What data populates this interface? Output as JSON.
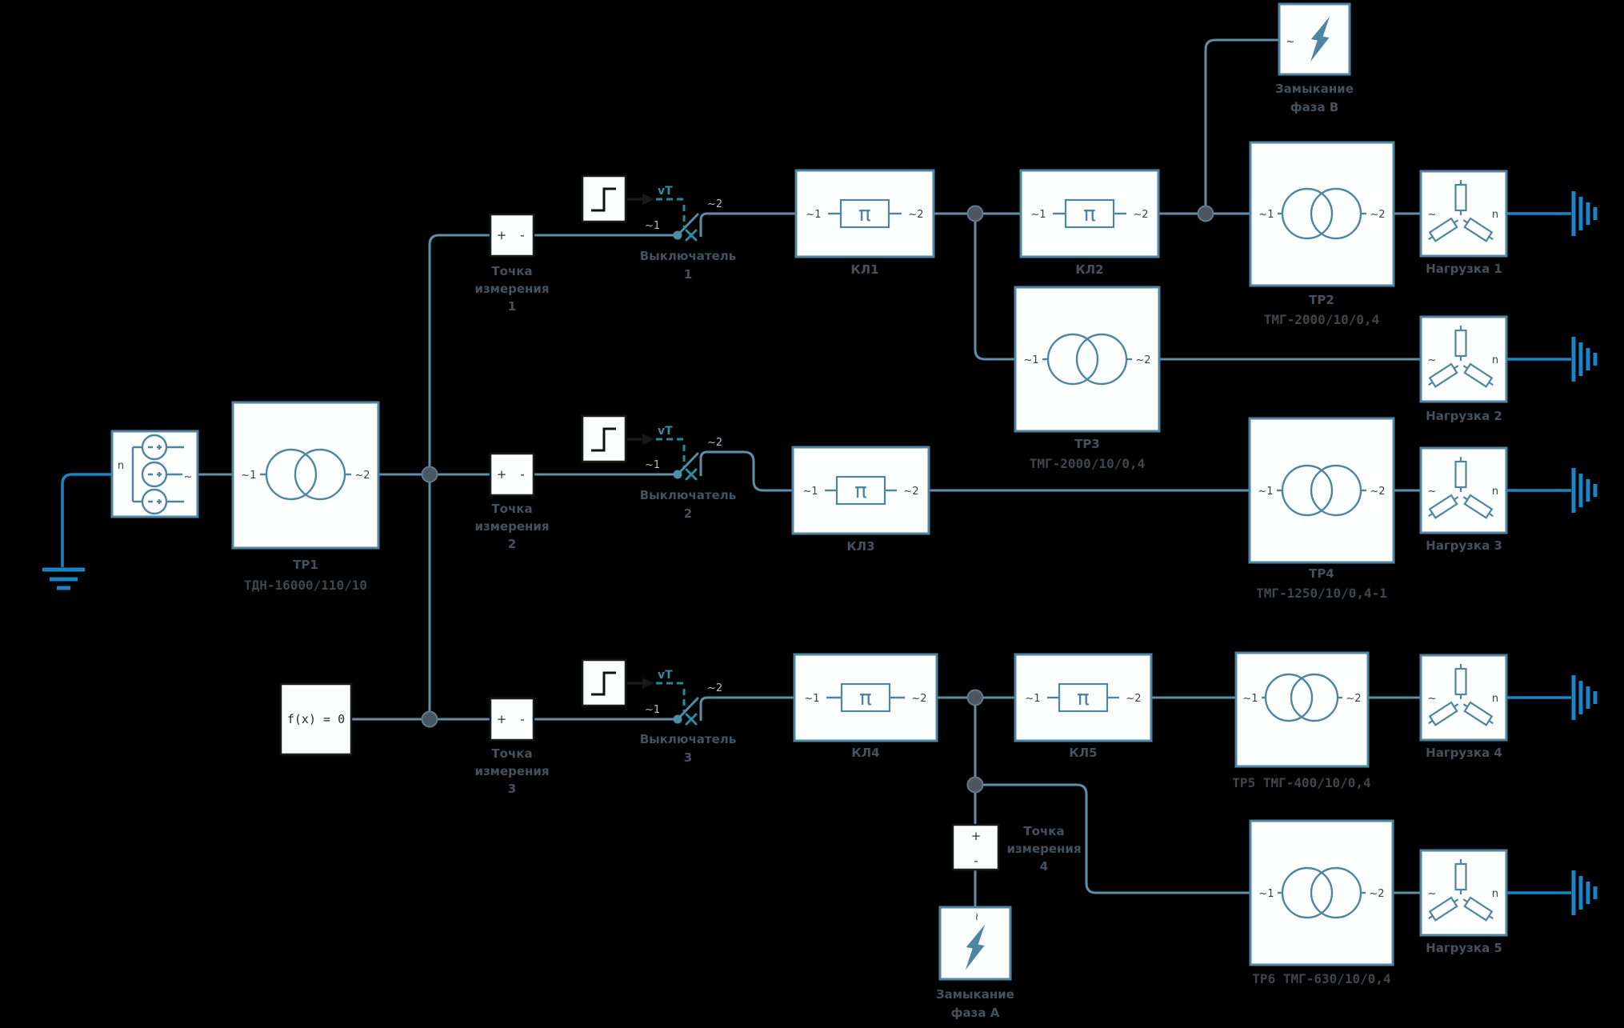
{
  "ports": {
    "p1": "~1",
    "p2": "~2",
    "ac": "~",
    "n": "n",
    "plus": "+",
    "minus": "-",
    "pi": "π"
  },
  "transformers": [
    {
      "name": "ТР1",
      "code": "ТДН-16000/110/10"
    },
    {
      "name": "ТР2",
      "code": "ТМГ-2000/10/0,4"
    },
    {
      "name": "ТР3",
      "code": "ТМГ-2000/10/0,4"
    },
    {
      "name": "ТР4",
      "code": "ТМГ-1250/10/0,4-1"
    },
    {
      "name": "ТР5 ТМГ-400/10/0,4"
    },
    {
      "name": "ТР6 ТМГ-630/10/0,4"
    }
  ],
  "cables": [
    "КЛ1",
    "КЛ2",
    "КЛ3",
    "КЛ4",
    "КЛ5"
  ],
  "measure_points": {
    "line1": "Точка",
    "line2": "измерения",
    "numbers": [
      "1",
      "2",
      "3",
      "4"
    ]
  },
  "breakers": {
    "line1": "Выключатель",
    "numbers": [
      "1",
      "2",
      "3"
    ],
    "signal": "vT"
  },
  "loads": [
    "Нагрузка 1",
    "Нагрузка 2",
    "Нагрузка 3",
    "Нагрузка 4",
    "Нагрузка 5"
  ],
  "faults": {
    "line1": "Замыкание",
    "b": "фаза B",
    "a": "фаза А"
  },
  "function_block": {
    "label": "f(x) = 0"
  },
  "colors": {
    "background": "#000000",
    "wire": "#5f8ea9",
    "neutral_wire": "#1a84c6",
    "control_signal": "#1f8d9b",
    "block_border": "#4e86a2",
    "dark_border": "#17191b",
    "label": "#43525c"
  }
}
